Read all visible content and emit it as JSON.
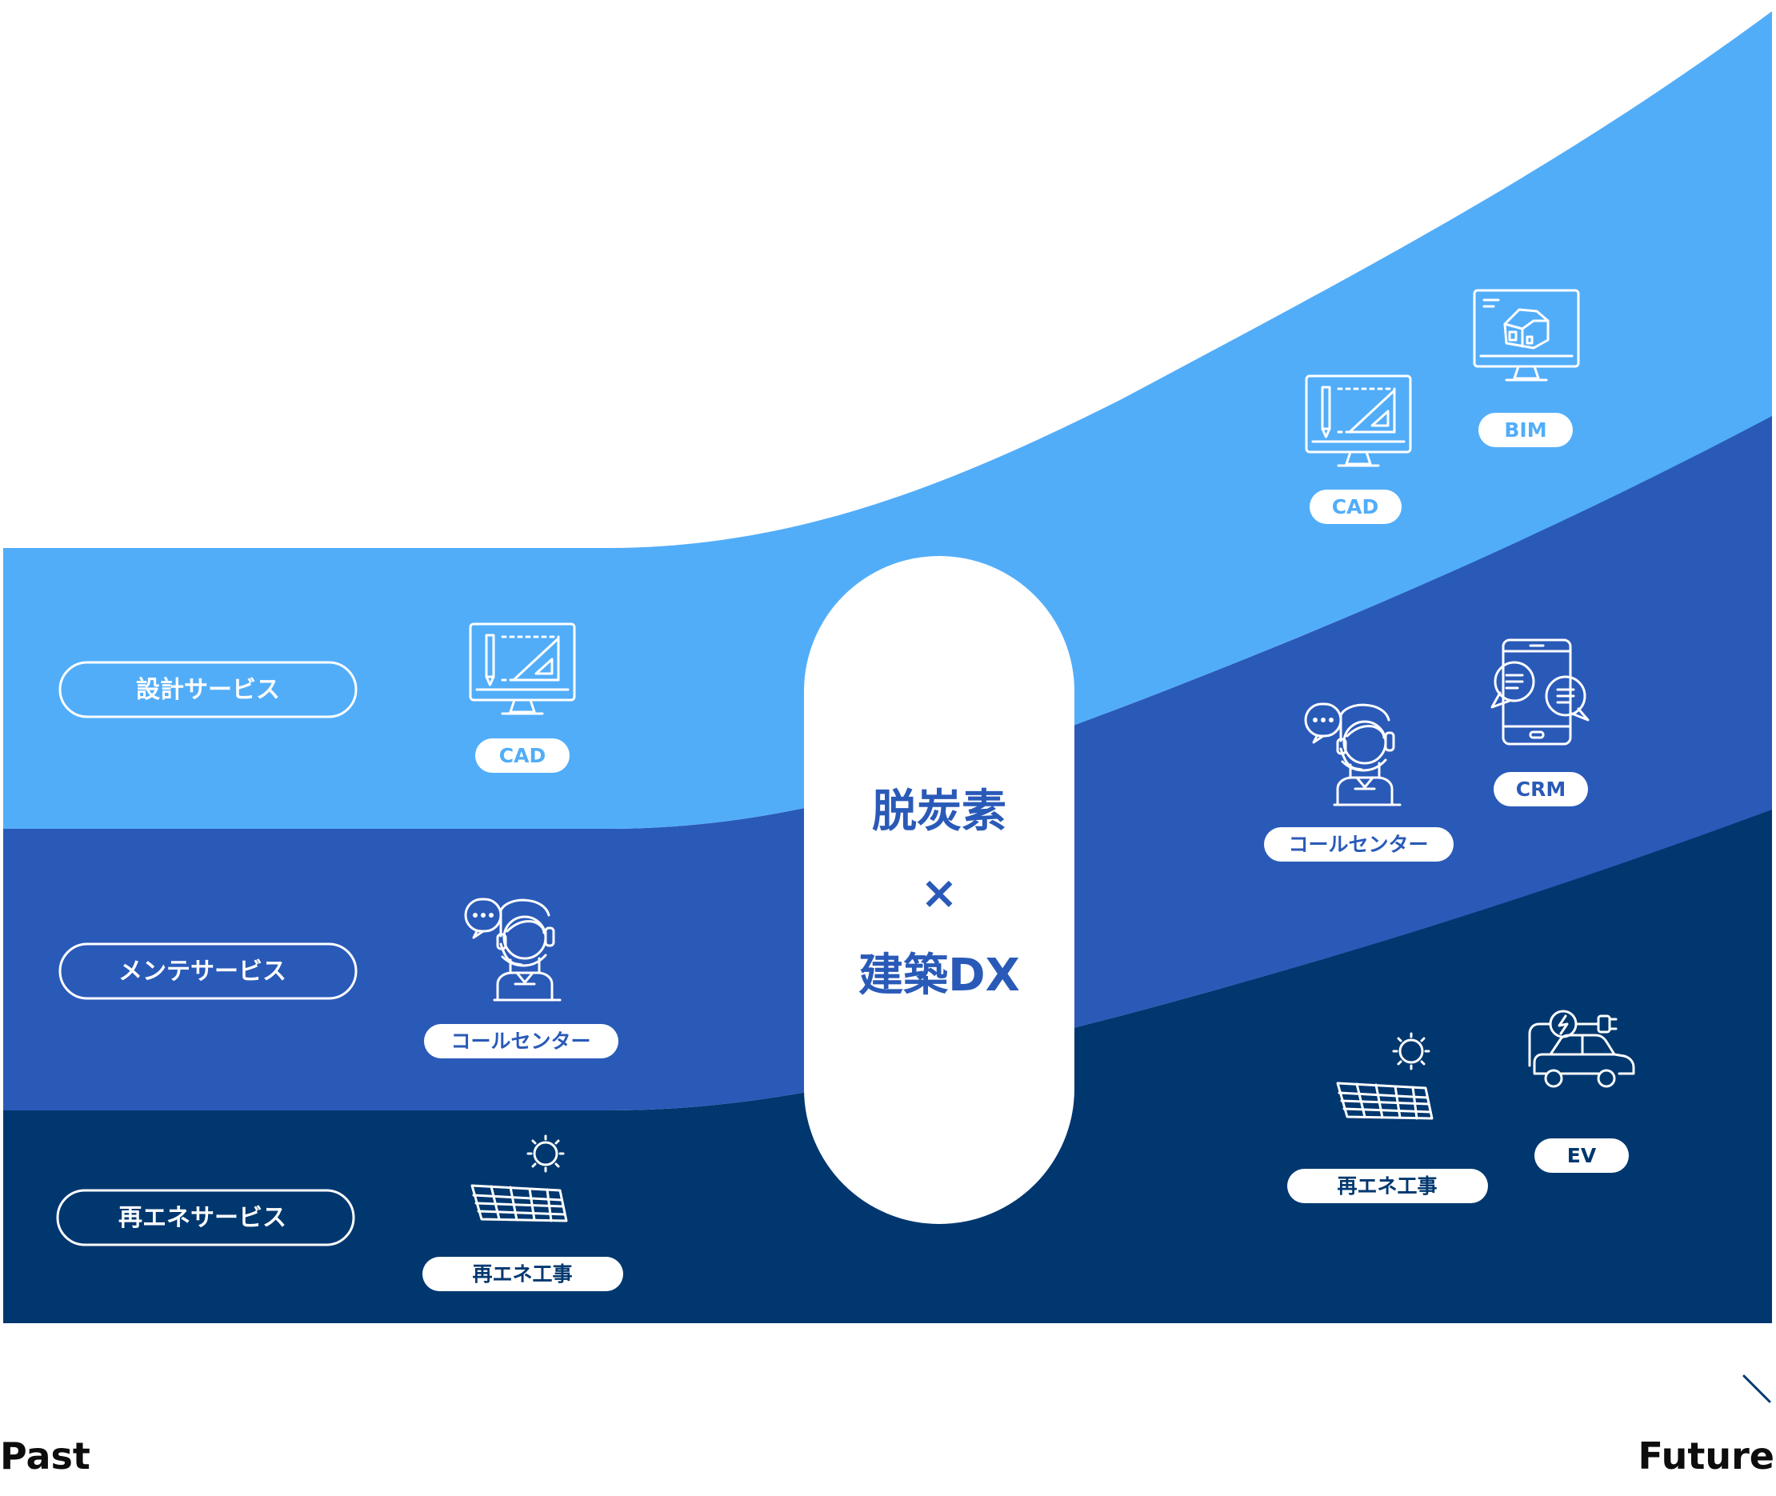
{
  "colors": {
    "band_top": "#52adf9",
    "band_mid": "#2a5ab8",
    "band_bottom": "#00376f",
    "axis_start": "#52adf9",
    "axis_end": "#00376f"
  },
  "rows": [
    {
      "label": "設計サービス",
      "band": "band_top"
    },
    {
      "label": "メンテサービス",
      "band": "band_mid"
    },
    {
      "label": "再エネサービス",
      "band": "band_bottom"
    }
  ],
  "past_items": [
    {
      "label": "CAD",
      "icon": "cad-monitor-icon"
    },
    {
      "label": "コールセンター",
      "icon": "call-center-operator-icon"
    },
    {
      "label": "再エネ工事",
      "icon": "solar-panel-icon"
    }
  ],
  "future_items": [
    {
      "label": "CAD",
      "icon": "cad-monitor-icon"
    },
    {
      "label": "BIM",
      "icon": "bim-house-monitor-icon"
    },
    {
      "label": "コールセンター",
      "icon": "call-center-operator-icon"
    },
    {
      "label": "CRM",
      "icon": "crm-smartphone-chat-icon"
    },
    {
      "label": "再エネ工事",
      "icon": "solar-panel-icon"
    },
    {
      "label": "EV",
      "icon": "ev-car-charging-icon"
    }
  ],
  "center": {
    "line1": "脱炭素",
    "times": "×",
    "line2": "建築DX"
  },
  "axis": {
    "start_label": "Past",
    "end_label": "Future"
  }
}
